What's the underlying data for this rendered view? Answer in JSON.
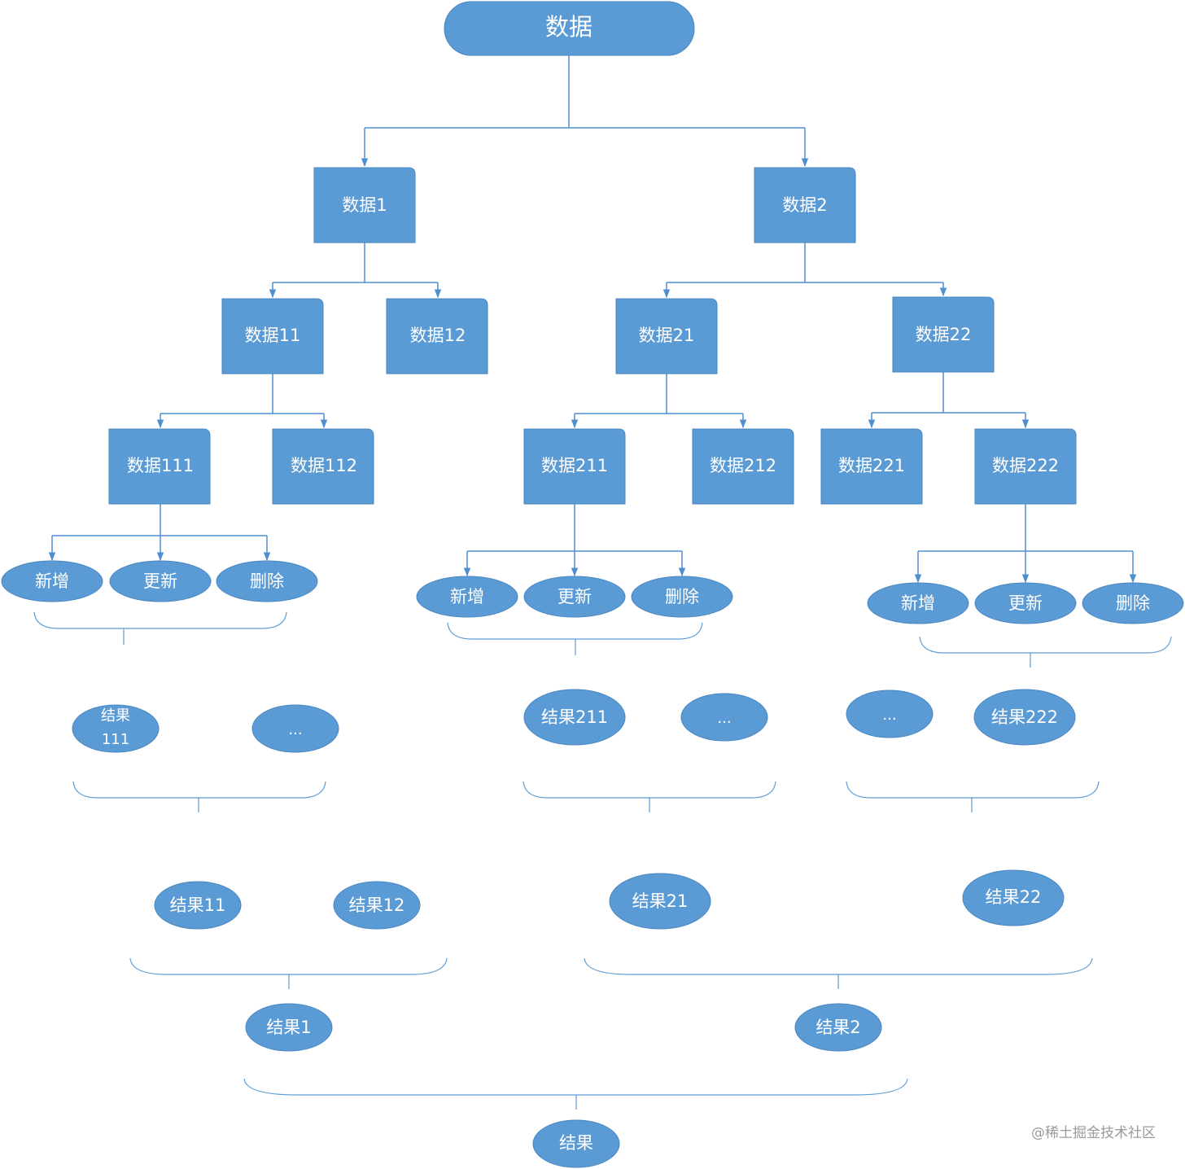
{
  "root": "数据",
  "level1": [
    "数据1",
    "数据2"
  ],
  "level2": [
    "数据11",
    "数据12",
    "数据21",
    "数据22"
  ],
  "level3": [
    "数据111",
    "数据112",
    "数据211",
    "数据212",
    "数据221",
    "数据222"
  ],
  "ops": [
    "新增",
    "更新",
    "删除"
  ],
  "results_leaf": {
    "r111_line1": "结果",
    "r111_line2": "111",
    "ellipsis": "...",
    "r211": "结果211",
    "r222": "结果222"
  },
  "results_mid": [
    "结果11",
    "结果12",
    "结果21",
    "结果22"
  ],
  "results_top": [
    "结果1",
    "结果2"
  ],
  "result_final": "结果",
  "watermark": "@稀土掘金技术社区",
  "colors": {
    "node_fill": "#5b9bd5",
    "connector": "#4f8fd0",
    "text": "#ffffff"
  }
}
